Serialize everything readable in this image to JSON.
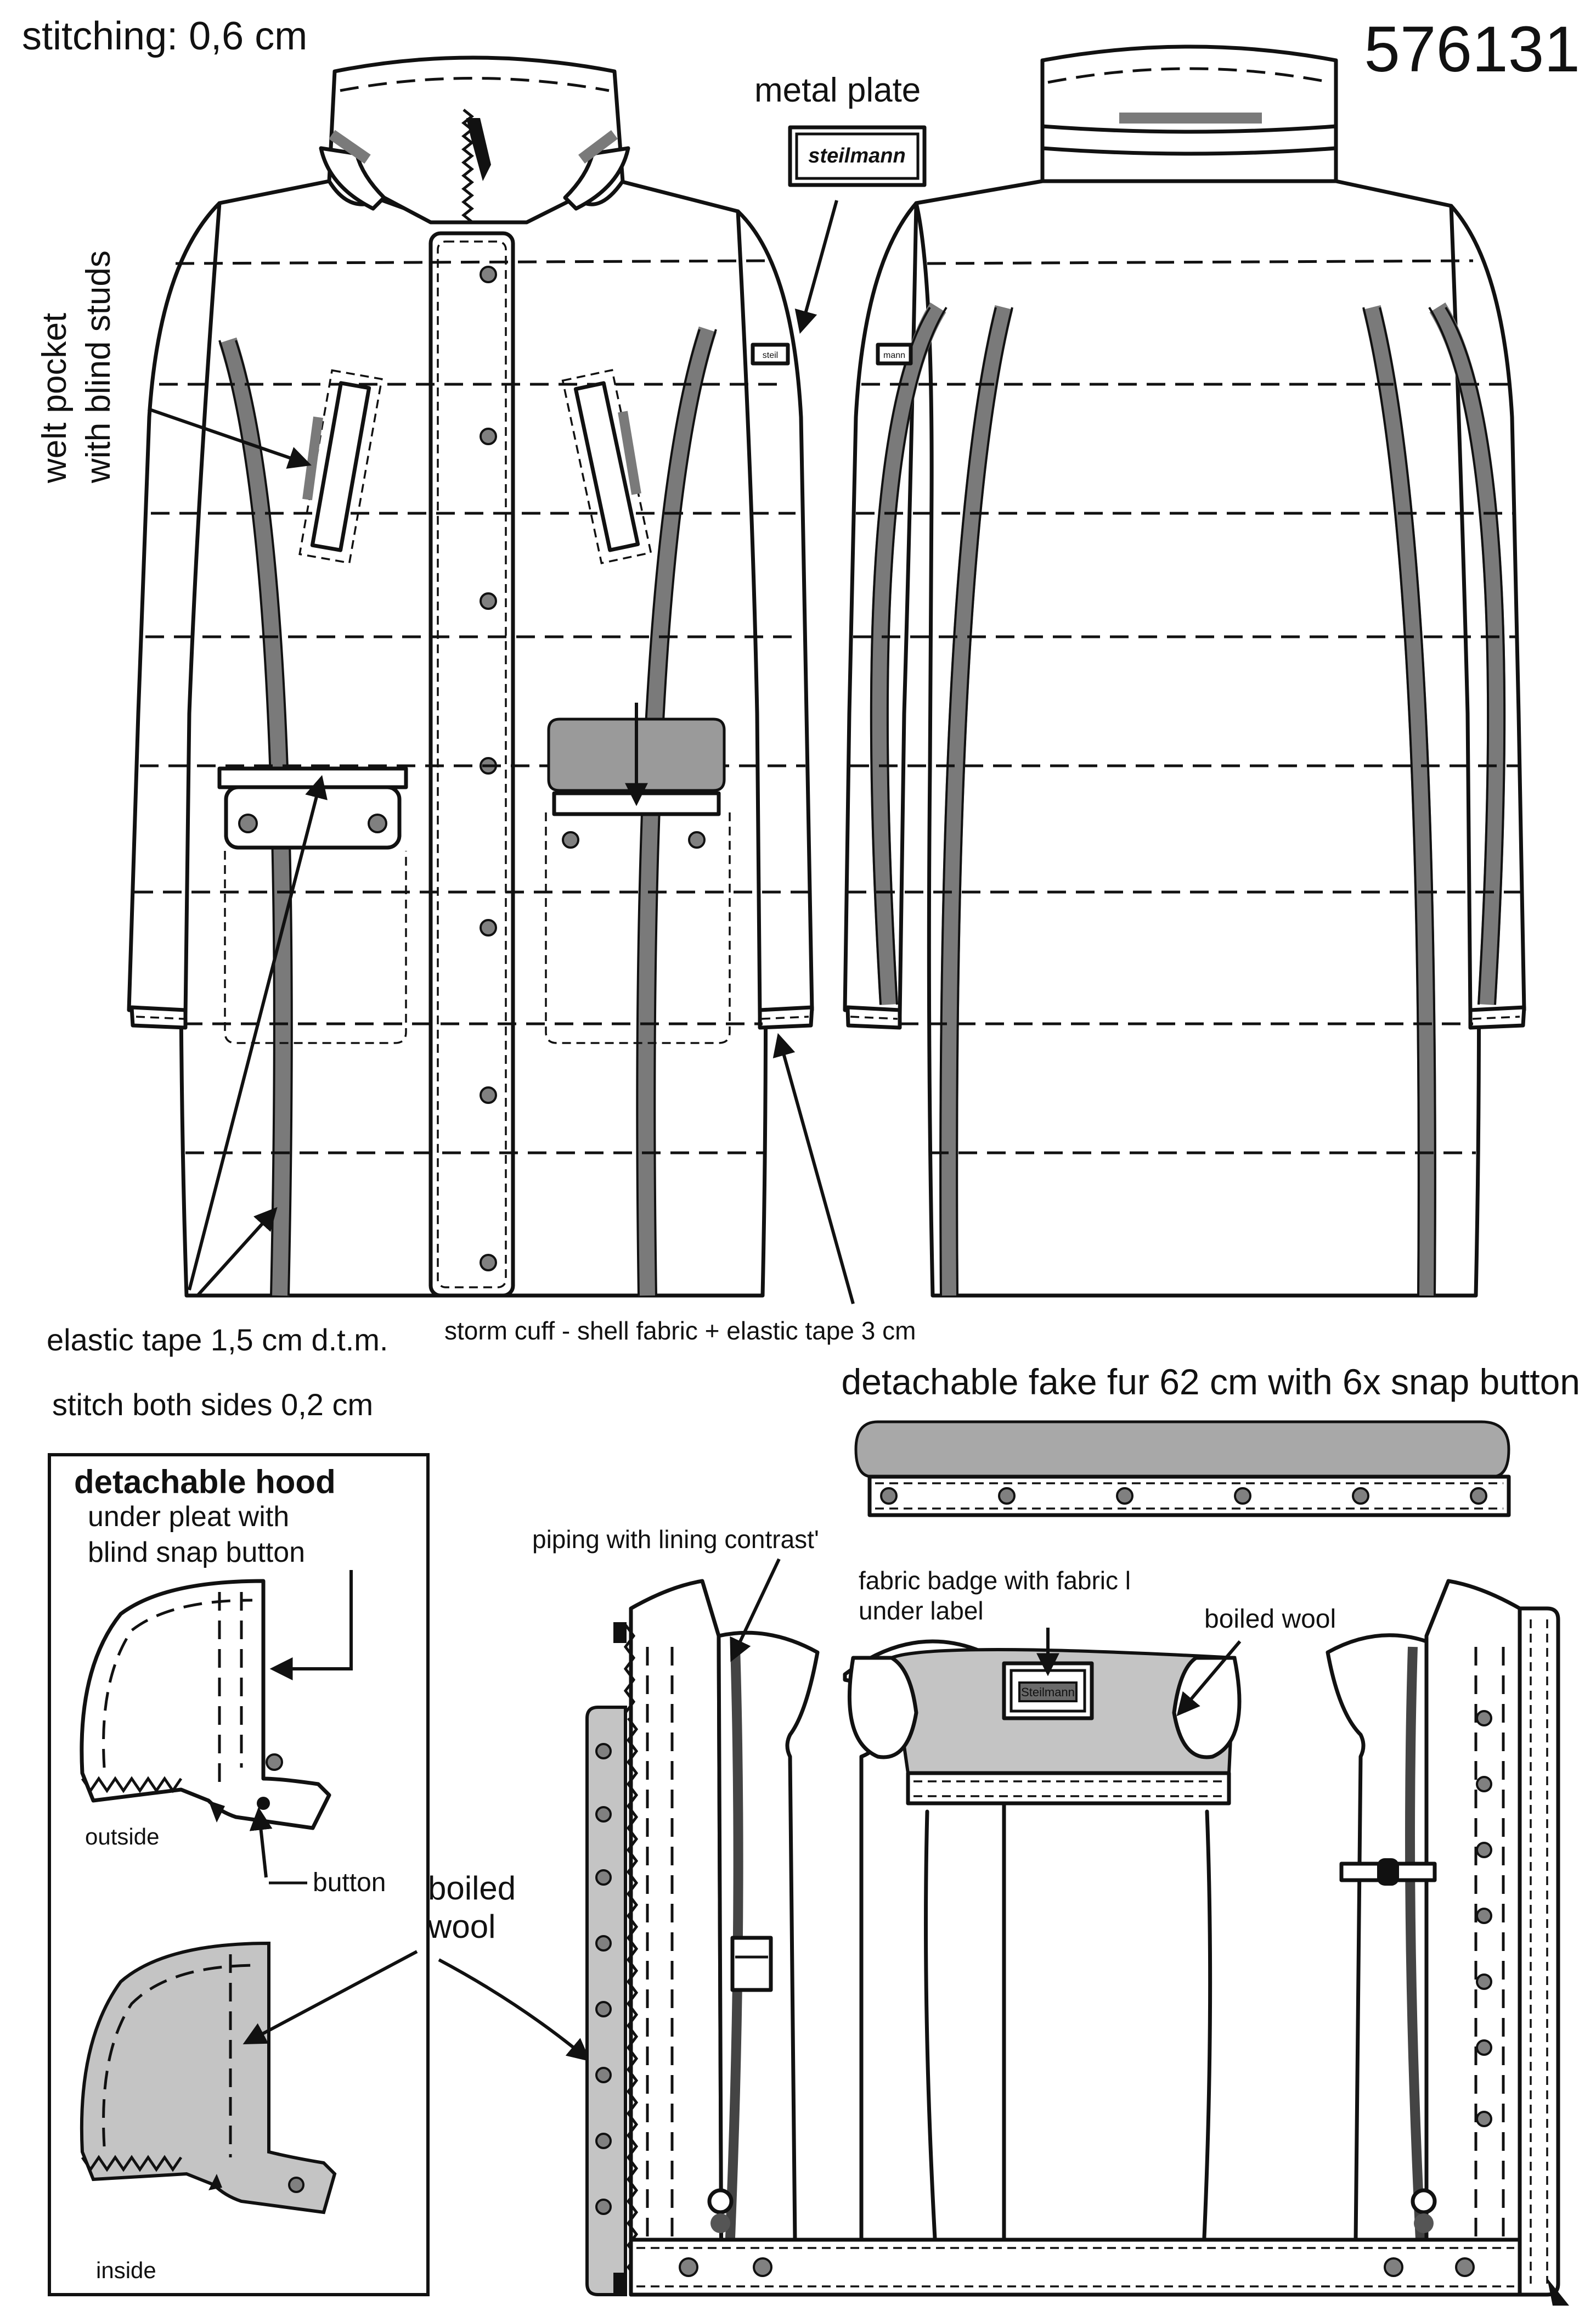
{
  "article_number": "576131",
  "labels": {
    "stitching": "stitching: 0,6 cm",
    "metal_plate": "metal plate",
    "welt_pocket_line1": "welt pocket",
    "welt_pocket_line2": "with blind studs",
    "elastic_tape": "elastic tape 1,5 cm d.t.m.",
    "storm_cuff": "storm cuff - shell fabric + elastic tape 3 cm",
    "stitch_both_sides": "stitch both sides 0,2 cm",
    "detachable_fake_fur": "detachable fake fur 62 cm with 6x snap button",
    "detachable_hood": "detachable hood",
    "under_pleat_line1": "under pleat with",
    "under_pleat_line2": "blind snap button",
    "outside": "outside",
    "button": "button",
    "inside": "inside",
    "boiled_wool_hood_line1": "boiled",
    "boiled_wool_hood_line2": "wool",
    "piping": "piping with lining contrast'",
    "fabric_badge_line1": "fabric badge with fabric l",
    "fabric_badge_line2": "under label",
    "boiled_wool_lining": "boiled wool"
  },
  "brand": {
    "plate_text": "steilmann",
    "sleeve_tag_front": "steil",
    "sleeve_tag_back": "mann",
    "lining_badge": "Steilmann"
  },
  "colors": {
    "tape": "#7a7a7a",
    "boiled_wool": "#c4c4c4",
    "line": "#111111"
  }
}
